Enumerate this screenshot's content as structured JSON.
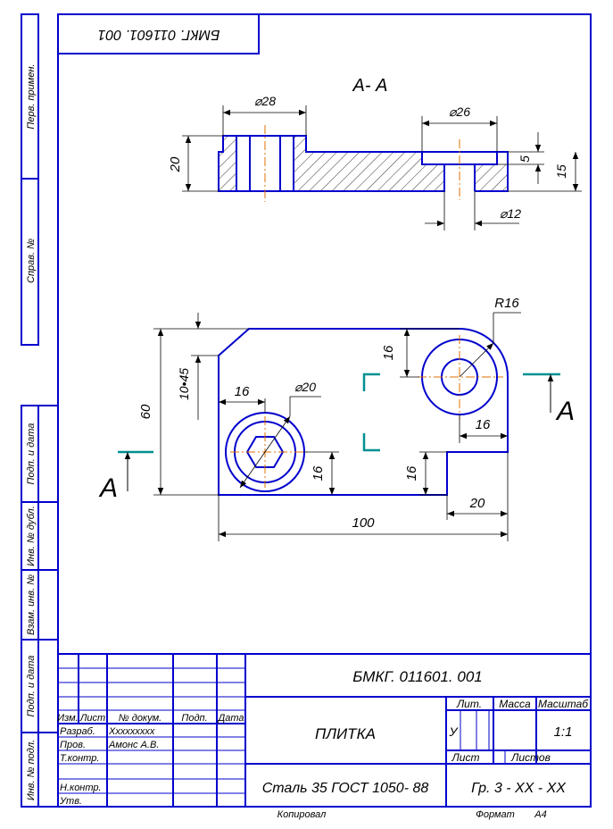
{
  "stamp_code": "БМКГ. 011601. 001",
  "side_columns": {
    "perv_primen": "Перв. примен.",
    "sprav_no": "Справ. №",
    "podp_data_1": "Подп. и дата",
    "inv_dubl": "Инв. № дубл.",
    "vzam_inv": "Взам. инв. №",
    "podp_data_2": "Подп. и дата",
    "inv_podl": "Инв. № подл."
  },
  "section": {
    "title": "А- А",
    "dims": {
      "d28": "28",
      "d26": "26",
      "d12": "12",
      "h20": "20",
      "h5": "5",
      "h15": "15"
    },
    "diameter_symbol": "⌀"
  },
  "plan": {
    "dims": {
      "r16": "R16",
      "top16": "16",
      "right16": "16",
      "chamfer": "10•45",
      "left16": "16",
      "d20": "20",
      "h60": "60",
      "bot16": "16",
      "step16": "16",
      "w20": "20",
      "w100": "100"
    },
    "cut_label_left": "А",
    "cut_label_right": "А"
  },
  "title_block": {
    "doc_code": "БМКГ. 011601. 001",
    "part_name": "ПЛИТКА",
    "material": "Сталь 35 ГОСТ 1050- 88",
    "group": "Гр. 3 -  XX -   XX",
    "headers": {
      "izm": "Изм.",
      "list": "Лист",
      "doc_no": "№ докум.",
      "podp": "Подп.",
      "data": "Дата"
    },
    "rows": {
      "razrab": "Разраб.",
      "razrab_name": "Xxxxxxxxx",
      "prov": "Пров.",
      "prov_name": "Амонс А.В.",
      "tkontr": "Т.контр.",
      "nkontr": "Н.контр.",
      "utv": "Утв."
    },
    "lit": "Лит.",
    "massa": "Масса",
    "masshtab": "Масштаб",
    "lit_value": "У",
    "scale_value": "1:1",
    "list_label": "Лист",
    "listov_label": "Листов"
  },
  "footer": {
    "kopiroval": "Копировал",
    "format": "Формат",
    "format_value": "А4"
  }
}
